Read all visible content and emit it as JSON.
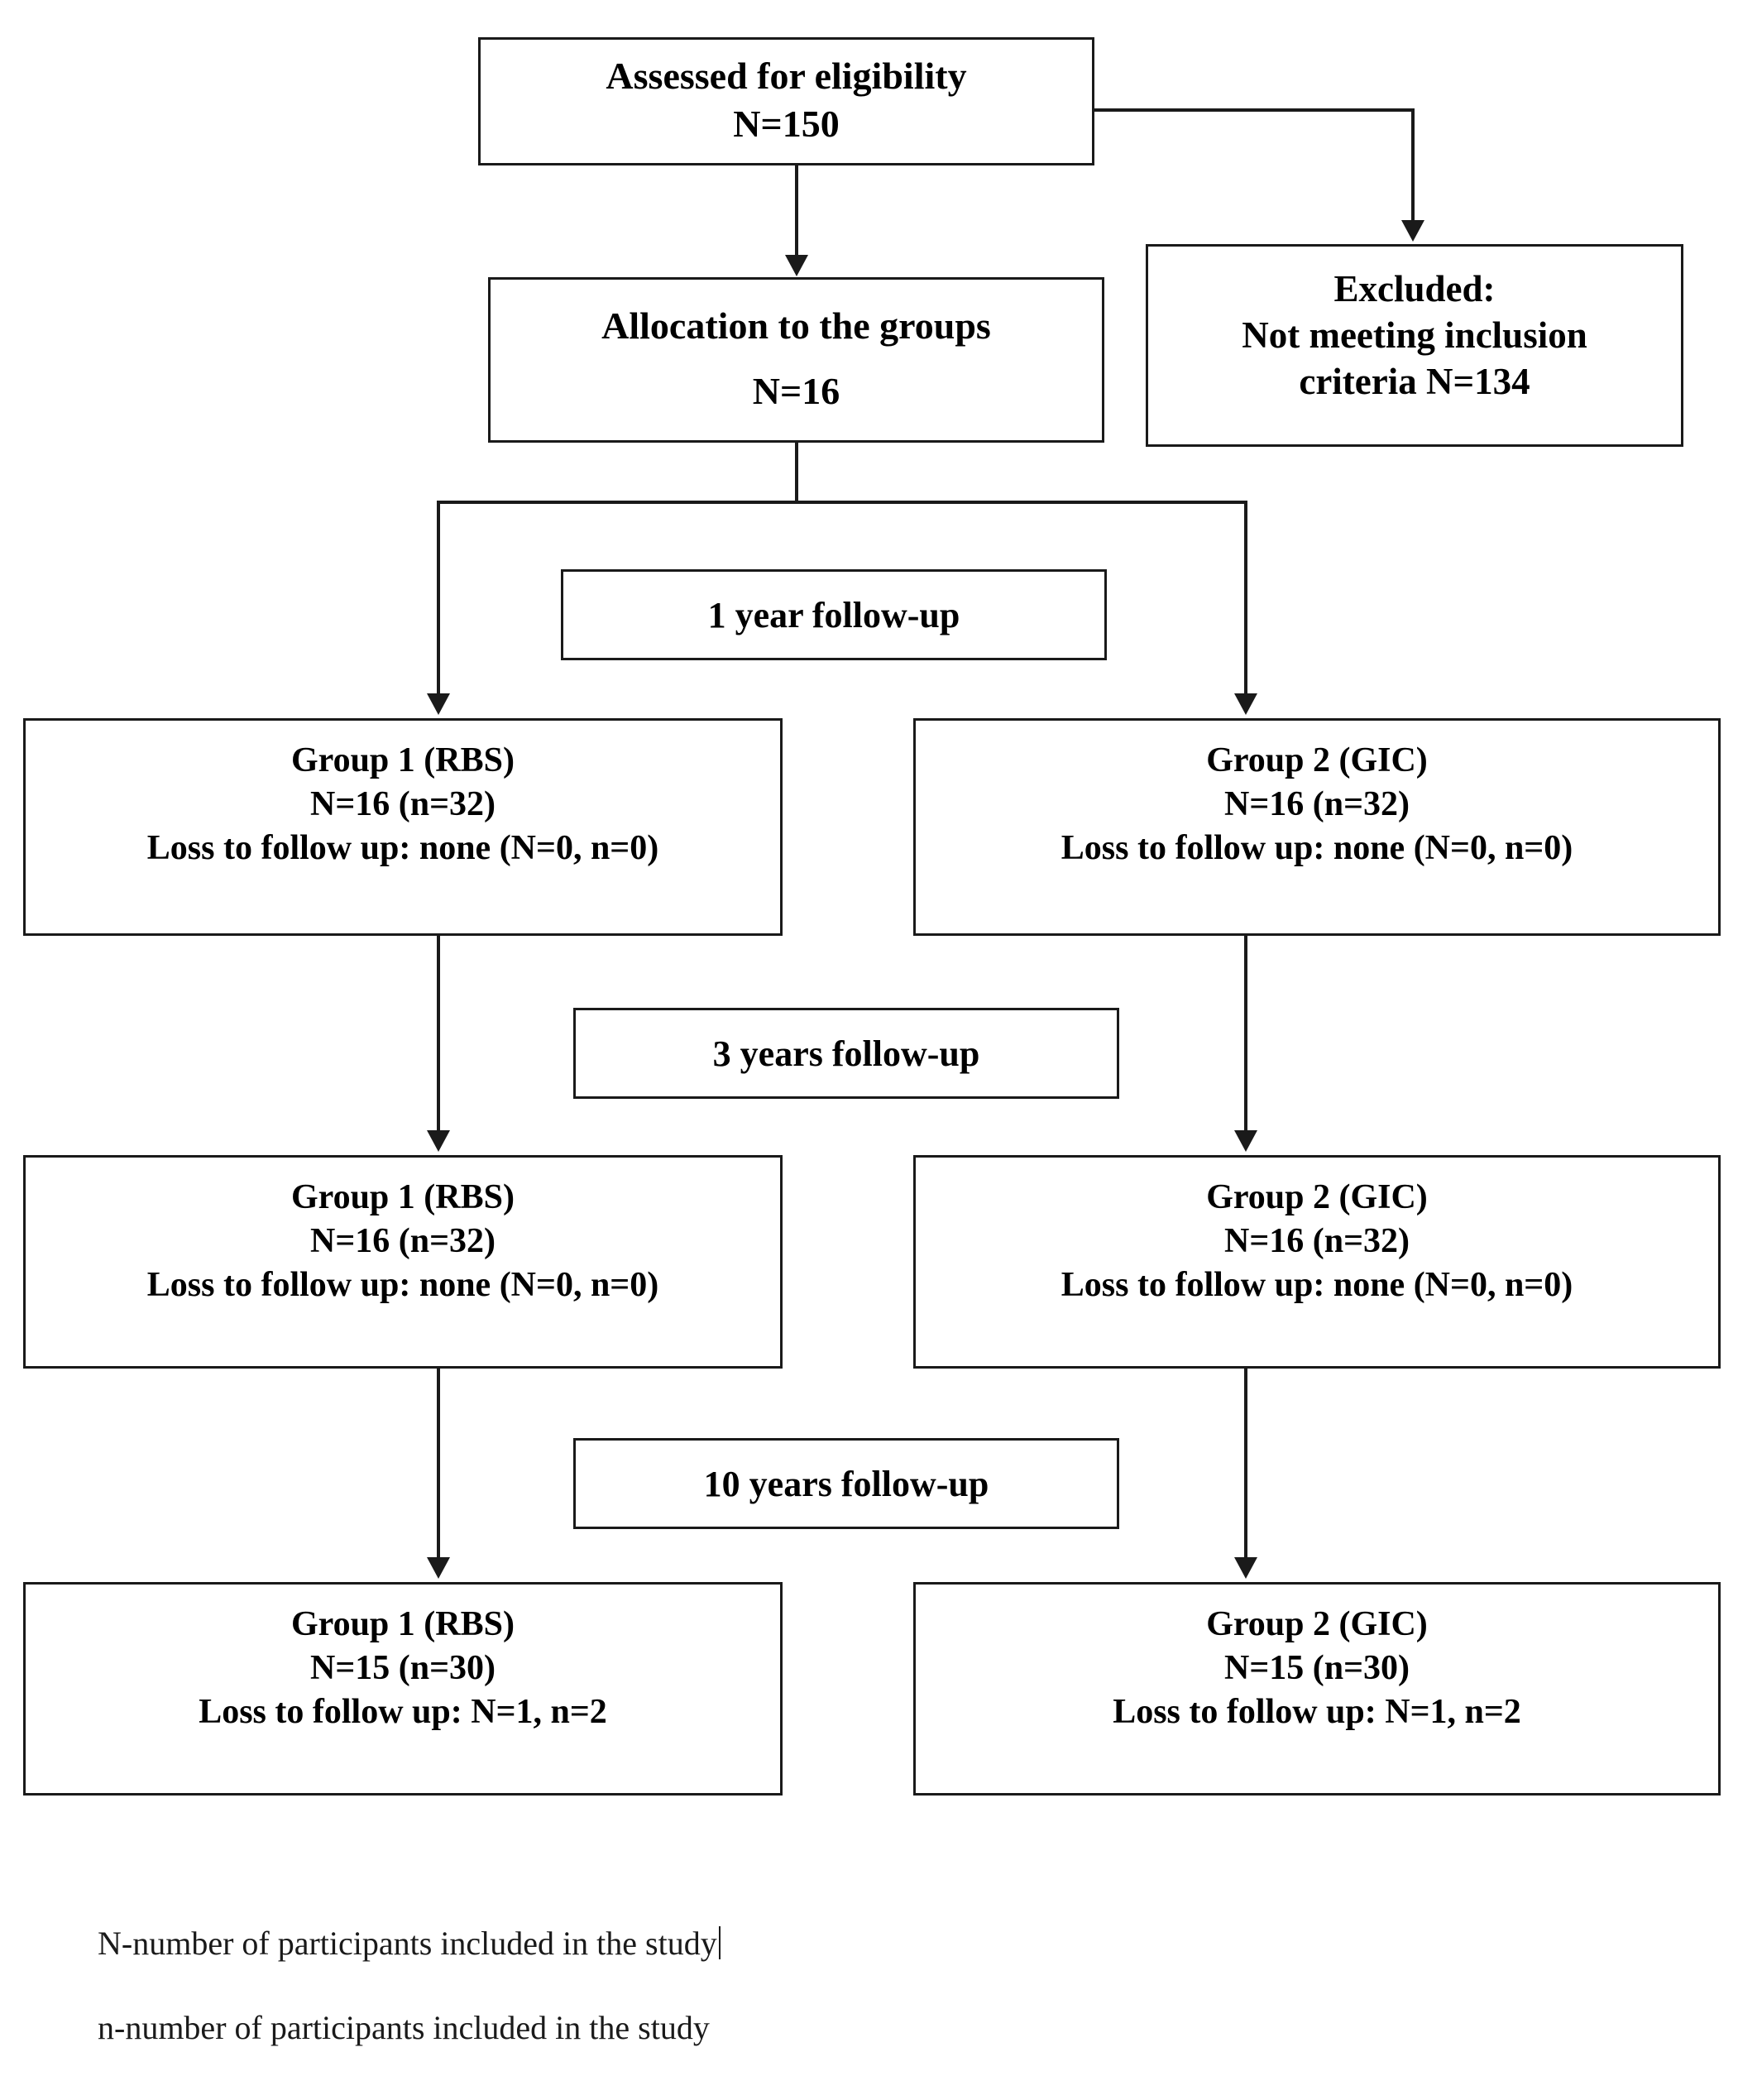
{
  "diagram": {
    "title": "CONSORT participant flow diagram",
    "line_color": "#1a1a1a",
    "background": "#ffffff",
    "nodes": {
      "eligibility": {
        "line1": "Assessed for eligibility",
        "line2": "N=150"
      },
      "excluded": {
        "line1": "Excluded:",
        "line2": "Not meeting inclusion",
        "line3": "criteria N=134"
      },
      "allocation": {
        "line1": "Allocation to the groups",
        "line2": "N=16"
      },
      "followup_1_year": {
        "label": "1 year follow-up"
      },
      "followup_3_years": {
        "label": "3 years follow-up"
      },
      "followup_10_years": {
        "label": "10 years follow-up"
      },
      "group1_1y": {
        "line1": "Group 1 (RBS)",
        "line2": "N=16 (n=32)",
        "line3": "Loss to follow up: none (N=0, n=0)"
      },
      "group2_1y": {
        "line1": "Group 2 (GIC)",
        "line2": "N=16 (n=32)",
        "line3": "Loss to follow up: none (N=0, n=0)"
      },
      "group1_3y": {
        "line1": "Group 1 (RBS)",
        "line2": "N=16 (n=32)",
        "line3": "Loss to follow up: none (N=0, n=0)"
      },
      "group2_3y": {
        "line1": "Group 2 (GIC)",
        "line2": "N=16 (n=32)",
        "line3": "Loss to follow up: none (N=0, n=0)"
      },
      "group1_10y": {
        "line1": "Group 1 (RBS)",
        "line2": "N=15 (n=30)",
        "line3": "Loss to follow up: N=1, n=2"
      },
      "group2_10y": {
        "line1": "Group 2 (GIC)",
        "line2": "N=15 (n=30)",
        "line3": "Loss to follow up: N=1, n=2"
      }
    },
    "legend": {
      "line1": "N-number of participants included in the study",
      "line2": "n-number of participants included in the study"
    }
  }
}
